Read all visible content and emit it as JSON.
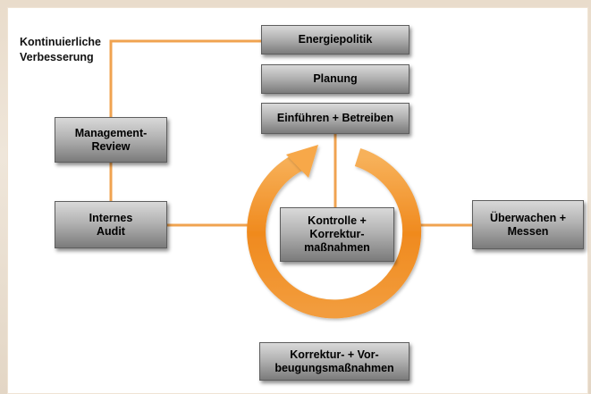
{
  "diagram": {
    "note": "Kontinuierliche\nVerbesserung",
    "boxes": {
      "energiepolitik": "Energiepolitik",
      "planung": "Planung",
      "einfuehren": "Einführen + Betreiben",
      "management_review": "Management-\nReview",
      "internes_audit": "Internes\nAudit",
      "kontrolle": "Kontrolle +\nKorrektur-\nmaßnahmen",
      "ueberwachen": "Überwachen +\nMessen",
      "korrektur": "Korrektur- + Vor-\nbeugungsmaßnahmen"
    },
    "colors": {
      "connector": "#f0a350",
      "cycle_arrow": "#f08a1e",
      "box_dark": "#7b7b7b",
      "box_light": "#d9d9d9"
    }
  }
}
